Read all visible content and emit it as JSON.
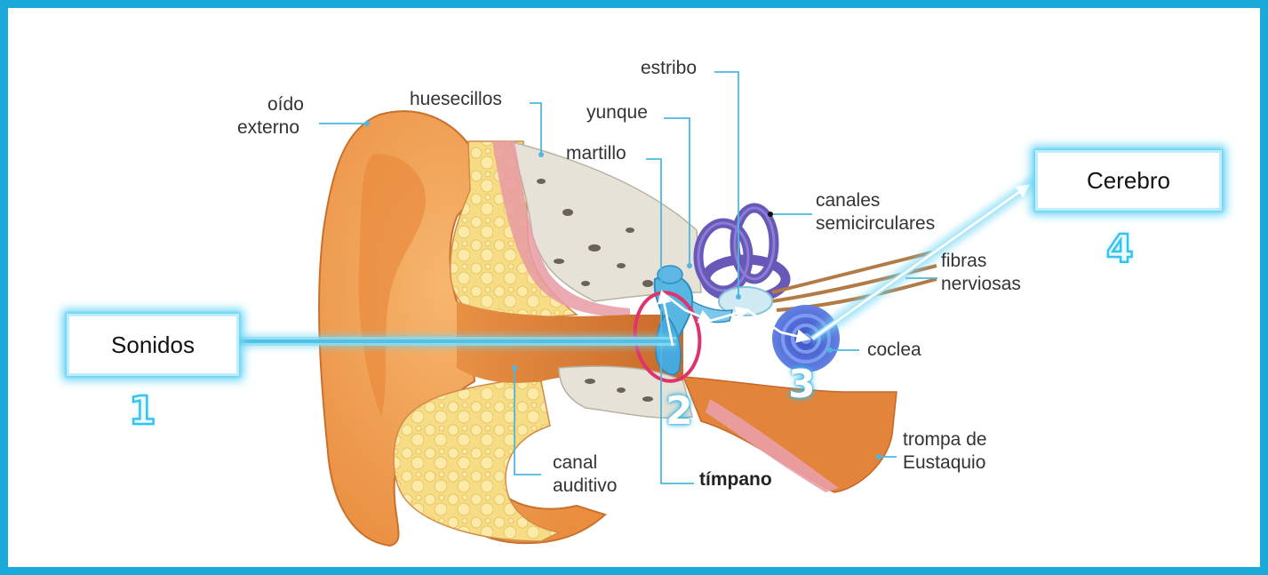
{
  "labels": {
    "oido_externo": [
      "oído",
      "externo"
    ],
    "huesecillos": "huesecillos",
    "martillo": "martillo",
    "yunque": "yunque",
    "estribo": "estribo",
    "canales_semicirculares": [
      "canales",
      "semicirculares"
    ],
    "fibras_nerviosas": [
      "fibras",
      "nerviosas"
    ],
    "coclea": "coclea",
    "trompa_de_eustaquio": [
      "trompa de",
      "Eustaquio"
    ],
    "timpano": "tímpano",
    "canal_auditivo": [
      "canal",
      "auditivo"
    ]
  },
  "boxes": {
    "sonidos": "Sonidos",
    "cerebro": "Cerebro"
  },
  "steps": [
    "1",
    "2",
    "3",
    "4"
  ],
  "colors": {
    "frame": "#1aa9d8",
    "glow": "#6fd6f5",
    "leader": "#4cb8df",
    "ring": "#e0336e",
    "skin": "#f3a256",
    "bone": "#e3e0d6",
    "fat": "#f7e08c",
    "semicircular": "#6a58b8",
    "cochlea": "#4a6fd6"
  },
  "icons": [
    "arrow-right-icon",
    "arrow-up-icon"
  ]
}
